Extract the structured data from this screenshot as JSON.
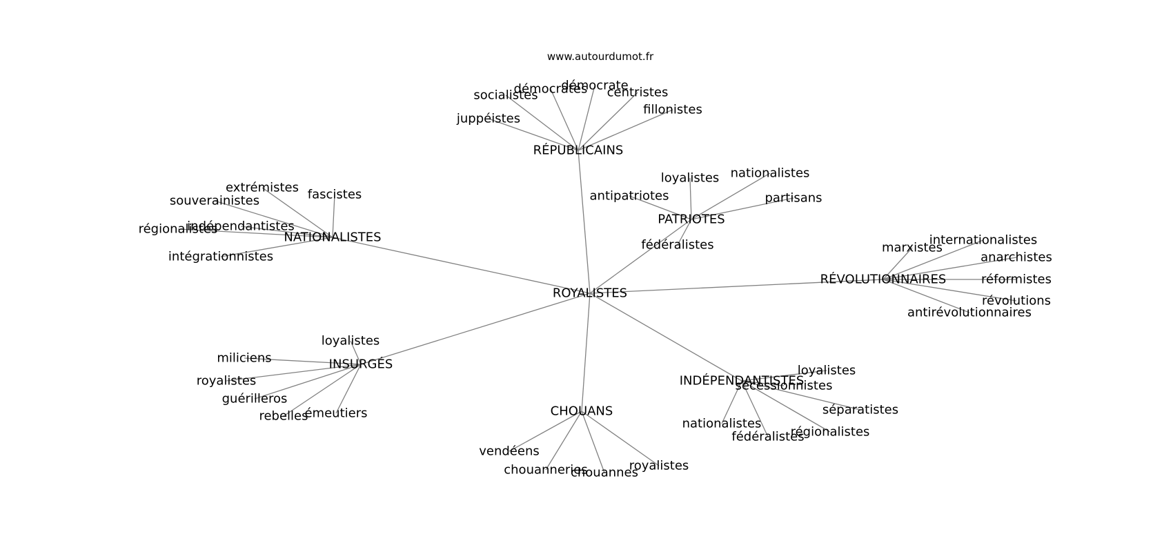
{
  "watermark": "www.autourdumot.fr",
  "graph": {
    "root": "ROYALISTES",
    "clusters": [
      {
        "hub": "RÉPUBLICAINS",
        "leaves": [
          "socialistes",
          "démocrates",
          "démocrate",
          "centristes",
          "fillonistes",
          "juppéistes"
        ]
      },
      {
        "hub": "PATRIOTES",
        "leaves": [
          "loyalistes",
          "nationalistes",
          "partisans",
          "antipatriotes",
          "fédéralistes"
        ]
      },
      {
        "hub": "NATIONALISTES",
        "leaves": [
          "extrémistes",
          "fascistes",
          "souverainistes",
          "indépendantistes",
          "régionalistes",
          "intégrationnistes"
        ]
      },
      {
        "hub": "RÉVOLUTIONNAIRES",
        "leaves": [
          "marxistes",
          "internationalistes",
          "anarchistes",
          "réformistes",
          "révolutions",
          "antirévolutionnaires"
        ]
      },
      {
        "hub": "INSURGÉS",
        "leaves": [
          "loyalistes",
          "miliciens",
          "royalistes",
          "guérilleros",
          "rebelles",
          "émeutiers"
        ]
      },
      {
        "hub": "INDÉPENDANTISTES",
        "leaves": [
          "loyalistes",
          "sécessionnistes",
          "séparatistes",
          "régionalistes",
          "fédéralistes",
          "nationalistes"
        ]
      },
      {
        "hub": "CHOUANS",
        "leaves": [
          "vendéens",
          "chouanneries",
          "chouannes",
          "royalistes"
        ]
      }
    ]
  }
}
